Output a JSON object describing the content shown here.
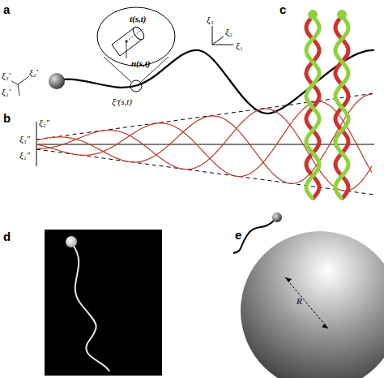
{
  "diagram": {
    "labels": [
      "a",
      "t(s,t)",
      "n(s,t)",
      "ξ₃",
      "ξ₂",
      "ξ₁",
      "ξ₃′",
      "ξ₂′",
      "ξ₁′",
      "ξᶜ(s,t)",
      "b",
      "ξ₂″",
      "ξ₃″",
      "ξ₁″",
      "c",
      "d",
      "e",
      "R"
    ]
  }
}
